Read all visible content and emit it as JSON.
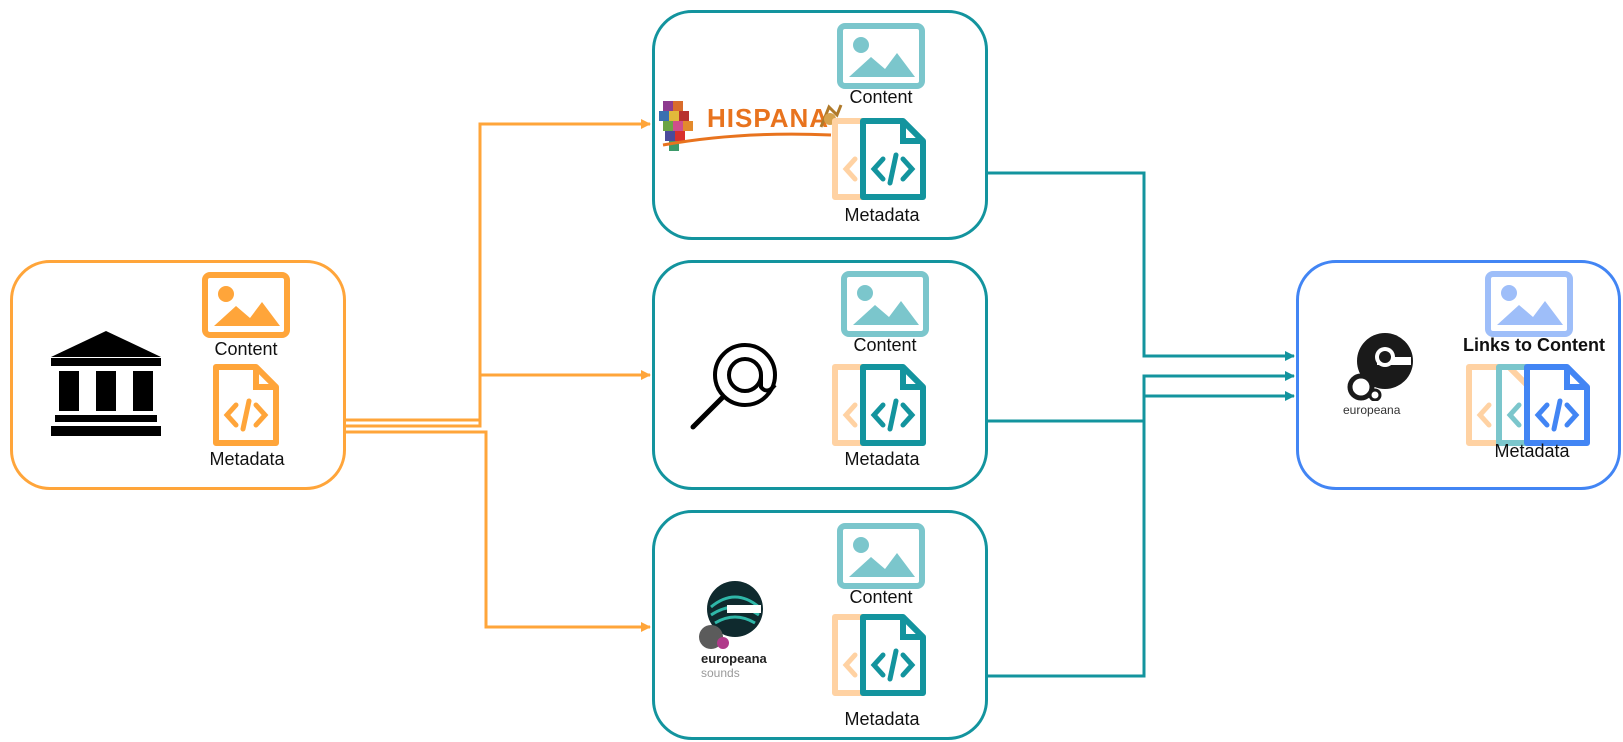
{
  "colors": {
    "orange": "#FFA53A",
    "teal": "#13949E",
    "teal_light": "#7BC6CC",
    "blue": "#4285F4",
    "blue_light": "#9EBEF9",
    "orange_light": "#FFD2A3"
  },
  "provider": {
    "icon": "institution-icon",
    "content_label": "Content",
    "metadata_label": "Metadata"
  },
  "aggregators": [
    {
      "logo": "hispana-logo",
      "logo_text": "HISPANA",
      "content_label": "Content",
      "metadata_label": "Metadata"
    },
    {
      "logo": "search-at-icon",
      "content_label": "Content",
      "metadata_label": "Metadata"
    },
    {
      "logo": "europeana-sounds-logo",
      "logo_text_1": "europeana",
      "logo_text_2": "sounds",
      "content_label": "Content",
      "metadata_label": "Metadata"
    }
  ],
  "europeana": {
    "logo": "europeana-logo",
    "logo_text": "europeana",
    "content_label": "Links to Content",
    "metadata_label": "Metadata"
  }
}
